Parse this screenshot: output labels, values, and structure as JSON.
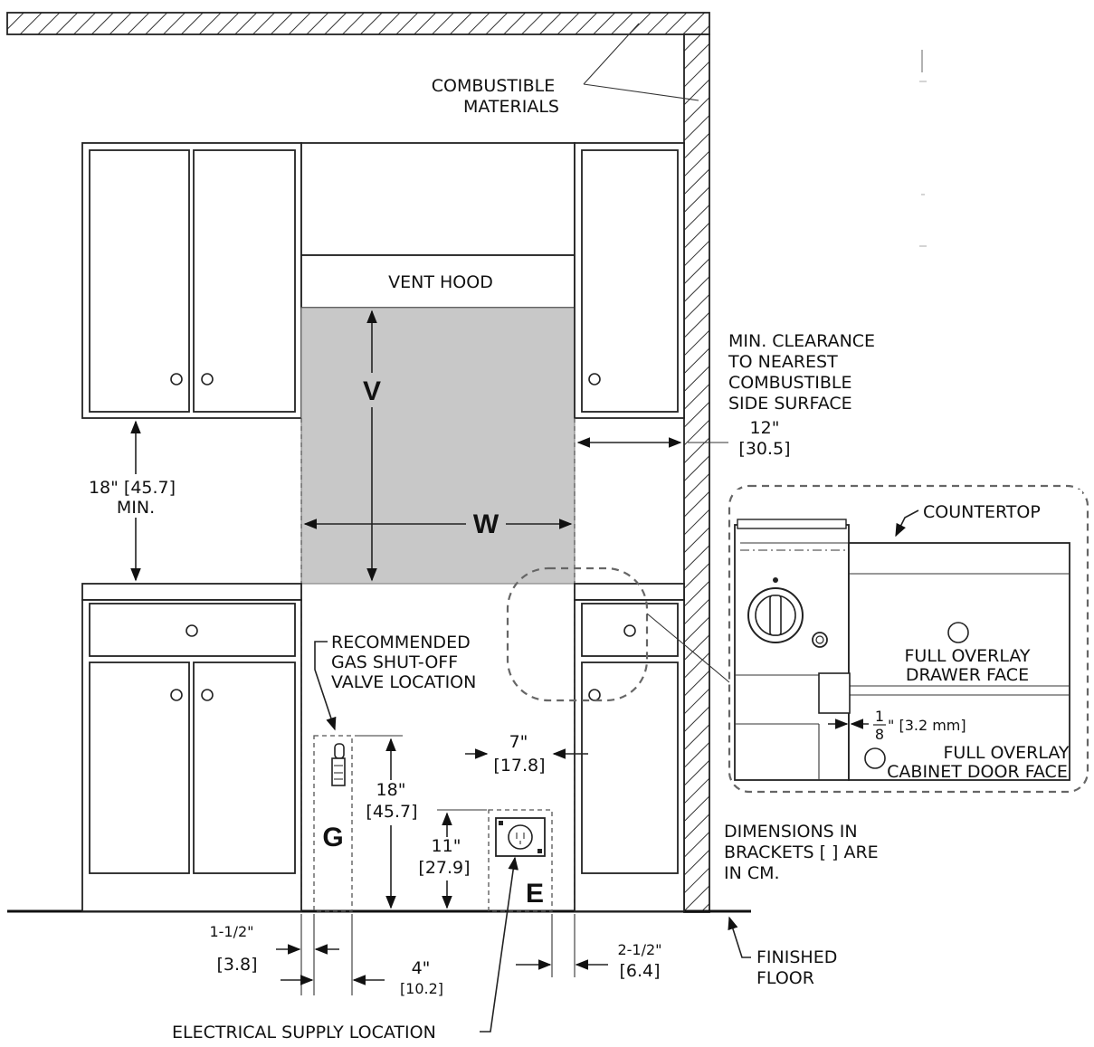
{
  "labels": {
    "combustible_line1": "COMBUSTIBLE",
    "combustible_line2": "MATERIALS",
    "vent_hood": "VENT HOOD",
    "v": "V",
    "w": "W",
    "min_clearance_1": "MIN. CLEARANCE",
    "min_clearance_2": "TO NEAREST",
    "min_clearance_3": "COMBUSTIBLE",
    "min_clearance_4": "SIDE SURFACE",
    "side_in": "12\"",
    "side_cm": "[30.5]",
    "upper_gap_1": "18\" [45.7]",
    "upper_gap_2": "MIN.",
    "countertop": "COUNTERTOP",
    "drawer_face_1": "FULL OVERLAY",
    "drawer_face_2": "DRAWER FACE",
    "fraction_num": "1",
    "fraction_den": "8",
    "fraction_unit": "\" [3.2 mm]",
    "door_face_1": "FULL OVERLAY",
    "door_face_2": "CABINET DOOR FACE",
    "gas_1": "RECOMMENDED",
    "gas_2": "GAS SHUT-OFF",
    "gas_3": "VALVE LOCATION",
    "g": "G",
    "e": "E",
    "gas_h_in": "18\"",
    "gas_h_cm": "[45.7]",
    "elec_w_in": "7\"",
    "elec_w_cm": "[17.8]",
    "elec_h_in": "11\"",
    "elec_h_cm": "[27.9]",
    "dims_1": "DIMENSIONS IN",
    "dims_2": "BRACKETS  [ ] ARE",
    "dims_3": "IN CM.",
    "left_off_in": "1-1/2\"",
    "left_off_cm": "[3.8]",
    "gas_w_in": "4\"",
    "gas_w_cm": "[10.2]",
    "right_off_in": "2-1/2\"",
    "right_off_cm": "[6.4]",
    "finished_1": "FINISHED",
    "finished_2": "FLOOR",
    "electrical": "ELECTRICAL SUPPLY LOCATION"
  },
  "colors": {
    "clearance_fill": "#c8c8c8",
    "line": "#222222"
  }
}
